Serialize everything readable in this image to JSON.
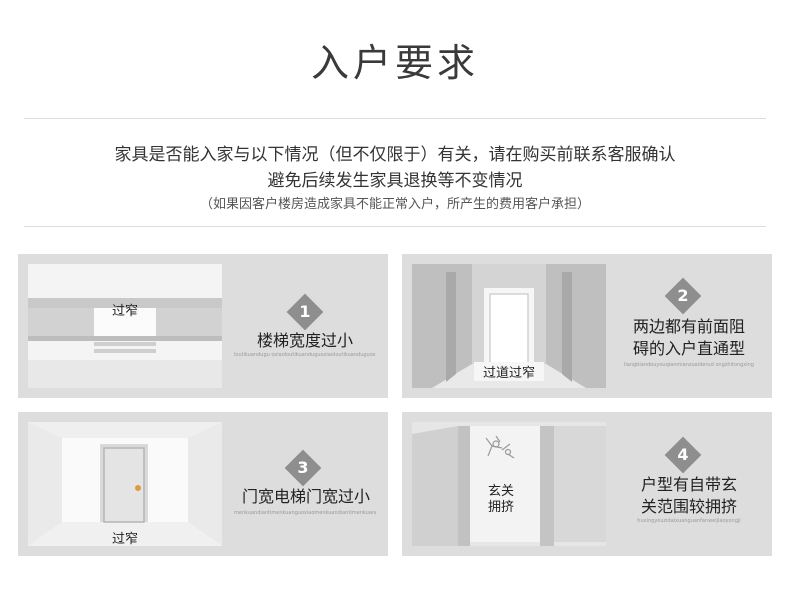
{
  "header": {
    "title": "入户要求"
  },
  "intro": {
    "line1": "家具是否能入家与以下情况（但不仅限于）有关，请在购买前联系客服确认",
    "line2": "避免后续发生家具退换等不变情况",
    "line3": "（如果因客户楼房造成家具不能正常入户，所产生的费用客户承担）"
  },
  "cards": [
    {
      "number": "1",
      "title": "楼梯宽度过小",
      "subtitle": "loutikuandugu oxiaoloutikuanduguoxiaoloutikuanduguoxiao",
      "tag": "过窄",
      "icon": "narrow-stair-illustration"
    },
    {
      "number": "2",
      "title": "两边都有前面阻碍的入户直通型",
      "title_line1": "两边都有前面阻",
      "title_line2": "碍的入户直通型",
      "subtitle": "liangbiandouyouqianmianzuaiderud ongzhitongxing",
      "tag": "过道过窄",
      "icon": "corridor-illustration"
    },
    {
      "number": "3",
      "title": "门宽电梯门宽过小",
      "subtitle": "menkuandiantimenkuanguoxiaomenkuandiantimenkuanguoxiao",
      "tag": "过窄",
      "icon": "door-illustration"
    },
    {
      "number": "4",
      "title": "户型有自带玄关范围较拥挤",
      "title_line1": "户型有自带玄",
      "title_line2": "关范围较拥挤",
      "subtitle": "huxingyouzidaixuanguanfanweijiaoyongji",
      "tag_line1": "玄关",
      "tag_line2": "拥挤",
      "icon": "entry-hall-illustration"
    }
  ]
}
